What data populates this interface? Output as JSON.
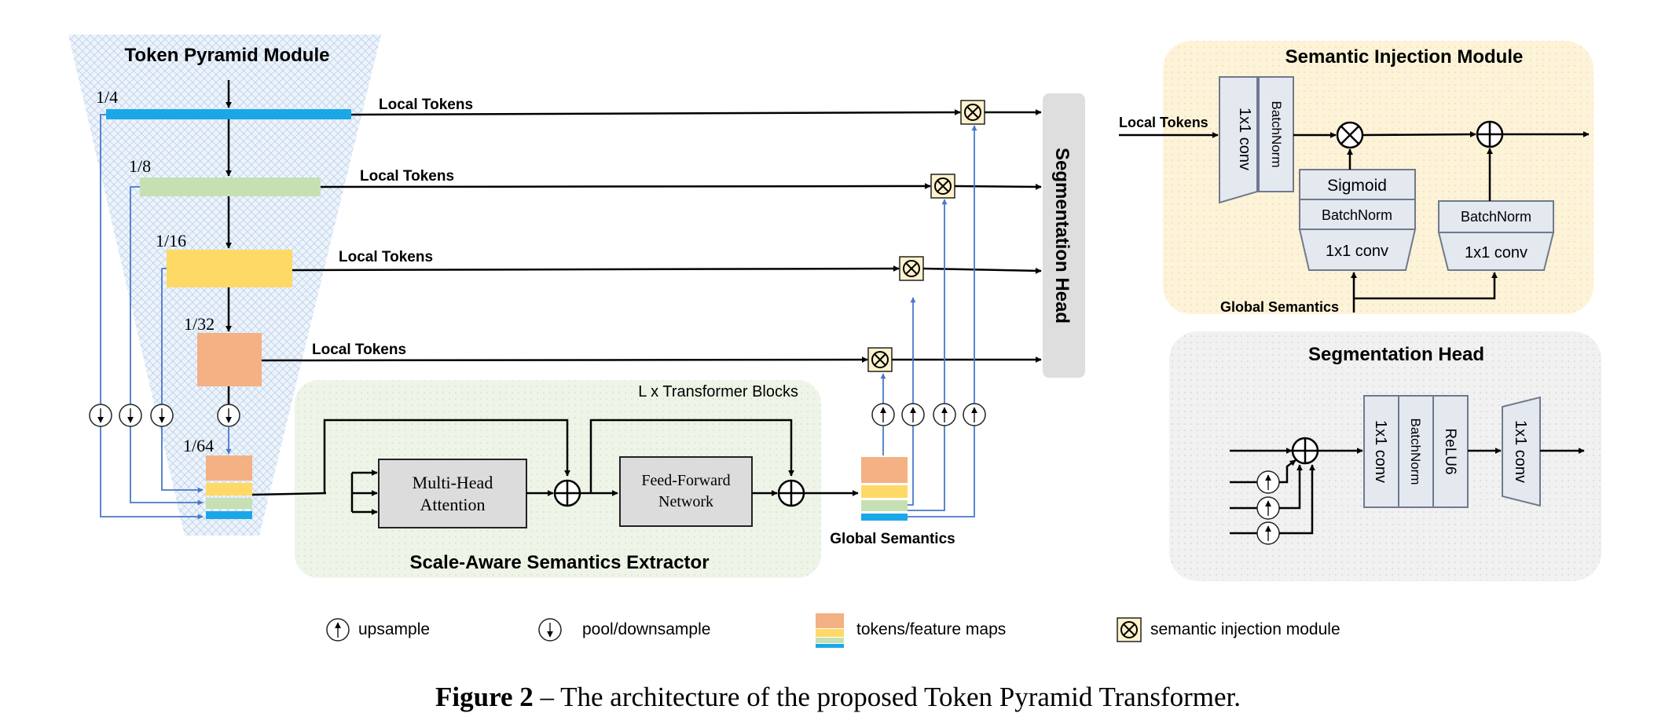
{
  "token_pyramid": {
    "title": "Token Pyramid Module",
    "scales": [
      "1/4",
      "1/8",
      "1/16",
      "1/32",
      "1/64"
    ],
    "local_tokens_label": "Local Tokens"
  },
  "extractor": {
    "title": "Scale-Aware Semantics Extractor",
    "blocks_label": "L x Transformer Blocks",
    "mha_line1": "Multi-Head",
    "mha_line2": "Attention",
    "ffn_line1": "Feed-Forward",
    "ffn_line2": "Network",
    "global_semantics_label": "Global Semantics"
  },
  "segmentation_head_bar": {
    "label": "Segmentation Head"
  },
  "injection_module": {
    "title": "Semantic Injection Module",
    "local_tokens_label": "Local Tokens",
    "global_semantics_label": "Global Semantics",
    "conv_label": "1x1 conv",
    "batchnorm_label": "BatchNorm",
    "sigmoid_label": "Sigmoid"
  },
  "seg_head": {
    "title": "Segmentation Head",
    "conv_label": "1x1 conv",
    "batchnorm_label": "BatchNorm",
    "relu_label": "ReLU6"
  },
  "legend": {
    "upsample": "upsample",
    "pool": "pool/downsample",
    "tokens": "tokens/feature maps",
    "injection": "semantic injection module"
  },
  "caption": {
    "prefix": "Figure 2",
    "text": " – The architecture of the proposed Token Pyramid Transformer."
  },
  "colors": {
    "tokens_1_4": "#1aa7e8",
    "tokens_1_8": "#c6e0b4",
    "tokens_1_16": "#ffd966",
    "tokens_1_32": "#f4b183",
    "injection_panel": "#fdf3d8",
    "extractor_panel": "#e8f2df",
    "seg_head_panel": "#ececec"
  }
}
